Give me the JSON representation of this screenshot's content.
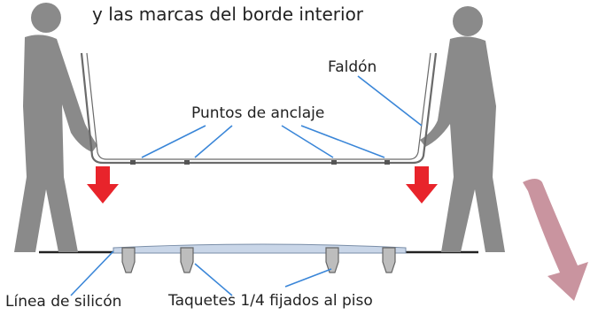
{
  "heading": {
    "line1": "y las marcas del borde interior"
  },
  "labels": {
    "faldon": "Faldón",
    "anchor_points": "Puntos de anclaje",
    "silicone_line": "Línea de silicón",
    "anchors_floor": "Taquetes 1/4 fijados al piso"
  },
  "colors": {
    "figure": "#8a8a8a",
    "arrow_red": "#e8242b",
    "arrow_pink": "#c9949f",
    "callout": "#3a86d8",
    "outline": "#555555"
  },
  "icons": [
    "person-left-icon",
    "person-right-icon",
    "down-arrow-icon",
    "curved-arrow-icon"
  ]
}
